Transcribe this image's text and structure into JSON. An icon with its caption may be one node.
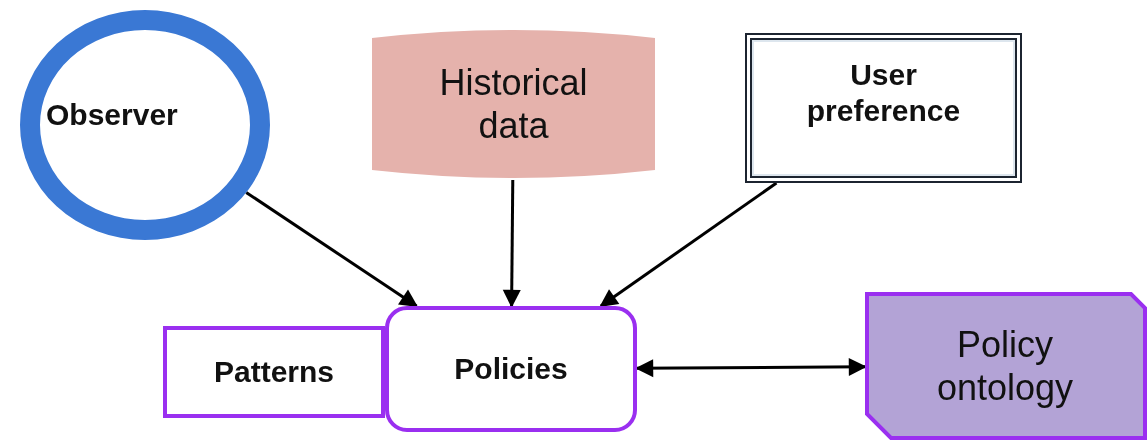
{
  "diagram": {
    "nodes": [
      {
        "text": [
          "Observer"
        ]
      },
      {
        "text": [
          "Historical data"
        ]
      },
      {
        "text": [
          "User preference"
        ]
      },
      {
        "text": [
          "Patterns"
        ]
      },
      {
        "text": [
          "Policies"
        ]
      },
      {
        "text": [
          "Policy ontology"
        ]
      }
    ],
    "edges": [
      {
        "from": 0,
        "to": 4,
        "arrow": "to"
      },
      {
        "from": 1,
        "to": 4,
        "arrow": "to"
      },
      {
        "from": 2,
        "to": 4,
        "arrow": "to"
      },
      {
        "from": 4,
        "to": 5,
        "arrow": "both"
      }
    ]
  }
}
